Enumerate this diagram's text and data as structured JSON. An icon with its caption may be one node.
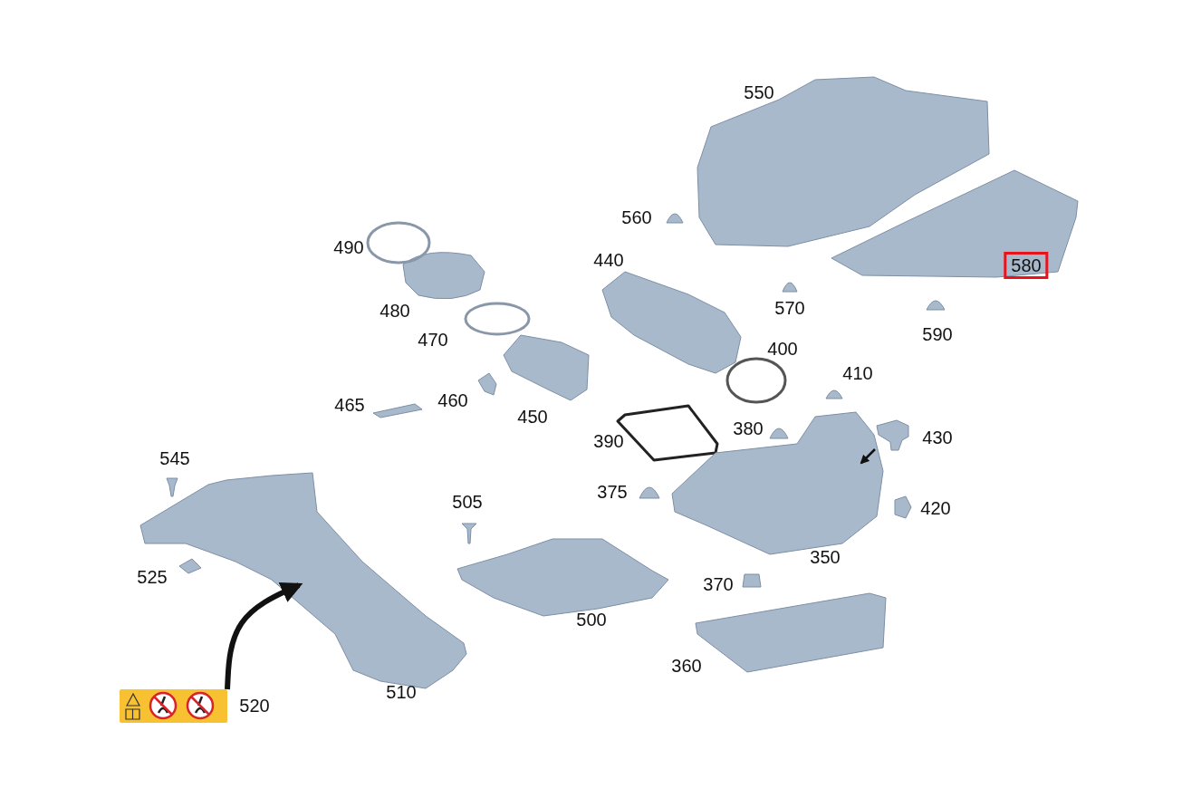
{
  "diagram": {
    "nodes": [
      {
        "text": [],
        "shape": "picture"
      },
      {
        "text": [],
        "shape": "picture"
      },
      {
        "text": [],
        "shape": "picture"
      },
      {
        "text": [],
        "shape": "picture"
      }
    ],
    "edges": [
      {
        "from": 0,
        "to": 1,
        "arrow": "to",
        "style": "thick"
      },
      {
        "from": 2,
        "to": 3,
        "arrow": "to"
      }
    ],
    "labels": [
      "550",
      "560",
      "490",
      "580",
      "440",
      "570",
      "480",
      "590",
      "470",
      "400",
      "410",
      "460",
      "465",
      "450",
      "380",
      "430",
      "390",
      "545",
      "375",
      "505",
      "420",
      "350",
      "525",
      "370",
      "500",
      "360",
      "520",
      "510"
    ]
  }
}
